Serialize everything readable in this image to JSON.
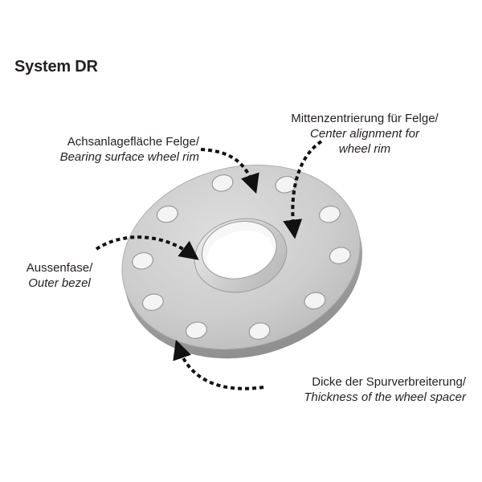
{
  "title": "System DR",
  "labels": {
    "bearing": {
      "de": "Achsanlagefläche Felge/",
      "en": "Bearing surface wheel rim"
    },
    "center": {
      "de": "Mittenzentrierung für Felge/",
      "en_line1": "Center alignment for",
      "en_line2": "wheel rim"
    },
    "bezel": {
      "de": "Aussenfase/",
      "en": "Outer bezel"
    },
    "thickness": {
      "de": "Dicke der Spurverbreiterung/",
      "en": "Thickness of the wheel spacer"
    }
  },
  "colors": {
    "text": "#231f20",
    "spacer_face": "#cfcfcf",
    "spacer_edge": "#a9a9a9",
    "arrow": "#111111"
  },
  "icons": [
    "wheel-spacer-image",
    "dashed-arrow"
  ]
}
